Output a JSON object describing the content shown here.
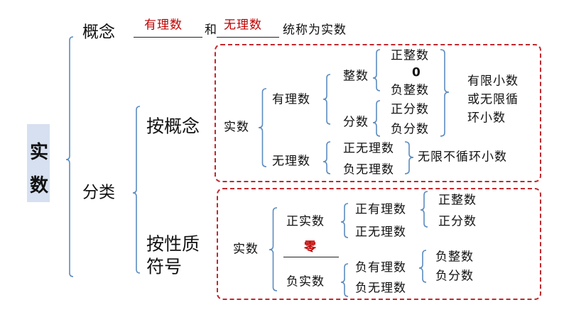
{
  "root": {
    "char1": "实",
    "char2": "数"
  },
  "concept": {
    "label": "概念",
    "blank1": "有理数",
    "joiner": "和",
    "blank2": "无理数",
    "suffix": "统称为实数"
  },
  "classification": {
    "label": "分类",
    "by_concept": {
      "label": "按概念",
      "root": "实数",
      "rational": "有理数",
      "integer": "整数",
      "pos_integer": "正整数",
      "zero": "0",
      "neg_integer": "负整数",
      "fraction": "分数",
      "pos_fraction": "正分数",
      "neg_fraction": "负分数",
      "rational_desc": [
        "有限小数",
        "或无限循",
        "环小数"
      ],
      "irrational": "无理数",
      "pos_irrational": "正无理数",
      "neg_irrational": "负无理数",
      "irrational_desc": "无限不循环小数"
    },
    "by_sign": {
      "label_line1": "按性质",
      "label_line2": "符号",
      "root": "实数",
      "positive": "正实数",
      "zero": "零",
      "negative": "负实数",
      "pos_rational": "正有理数",
      "pos_irrational": "正无理数",
      "pos_integer": "正整数",
      "pos_fraction": "正分数",
      "neg_rational": "负有理数",
      "neg_irrational": "负无理数",
      "neg_integer": "负整数",
      "neg_fraction": "负分数"
    }
  }
}
